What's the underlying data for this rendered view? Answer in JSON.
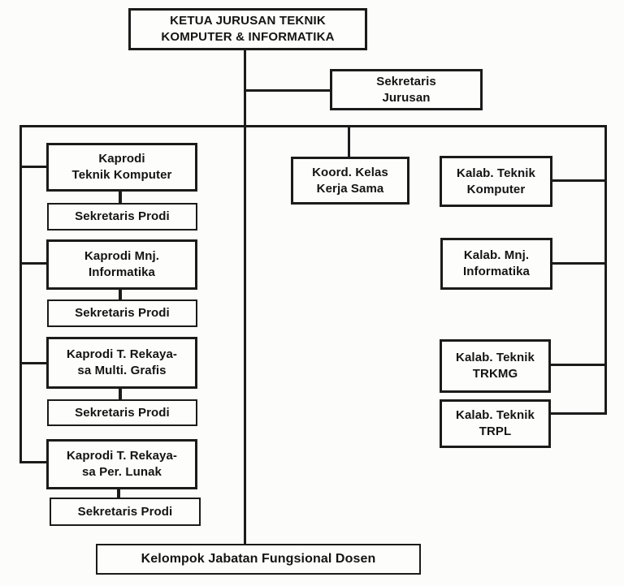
{
  "colors": {
    "line": "#1b1b1b",
    "box_border": "#1b1b1b",
    "text": "#141414",
    "paper": "#fcfcfb"
  },
  "boxes": {
    "ketua_jurusan": {
      "lines": [
        "KETUA JURUSAN TEKNIK",
        "KOMPUTER & INFORMATIKA"
      ]
    },
    "sekretaris_jurusan": {
      "lines": [
        "Sekretaris",
        "Jurusan"
      ]
    },
    "kaprodi_teknik_komputer": {
      "lines": [
        "Kaprodi",
        "Teknik Komputer"
      ]
    },
    "sekretaris_prodi_1": {
      "lines": [
        "Sekretaris Prodi"
      ]
    },
    "kaprodi_mnj_informatika": {
      "lines": [
        "Kaprodi Mnj.",
        "Informatika"
      ]
    },
    "sekretaris_prodi_2": {
      "lines": [
        "Sekretaris Prodi"
      ]
    },
    "kaprodi_t_rekayasa_multi_grafis": {
      "lines": [
        "Kaprodi T. Rekaya-",
        "sa Multi. Grafis"
      ]
    },
    "sekretaris_prodi_3": {
      "lines": [
        "Sekretaris Prodi"
      ]
    },
    "kaprodi_t_rekayasa_per_lunak": {
      "lines": [
        "Kaprodi T. Rekaya-",
        "sa Per. Lunak"
      ]
    },
    "sekretaris_prodi_4": {
      "lines": [
        "Sekretaris Prodi"
      ]
    },
    "koord_kelas_kerja_sama": {
      "lines": [
        "Koord. Kelas",
        "Kerja Sama"
      ]
    },
    "kalab_teknik_komputer": {
      "lines": [
        "Kalab. Teknik",
        "Komputer"
      ]
    },
    "kalab_mnj_informatika": {
      "lines": [
        "Kalab. Mnj.",
        "Informatika"
      ]
    },
    "kalab_teknik_trkmg": {
      "lines": [
        "Kalab. Teknik",
        "TRKMG"
      ]
    },
    "kalab_teknik_trpl": {
      "lines": [
        "Kalab. Teknik",
        "TRPL"
      ]
    },
    "kelompok_jabatan_fungsional_dosen": {
      "lines": [
        "Kelompok Jabatan Fungsional Dosen"
      ]
    }
  }
}
